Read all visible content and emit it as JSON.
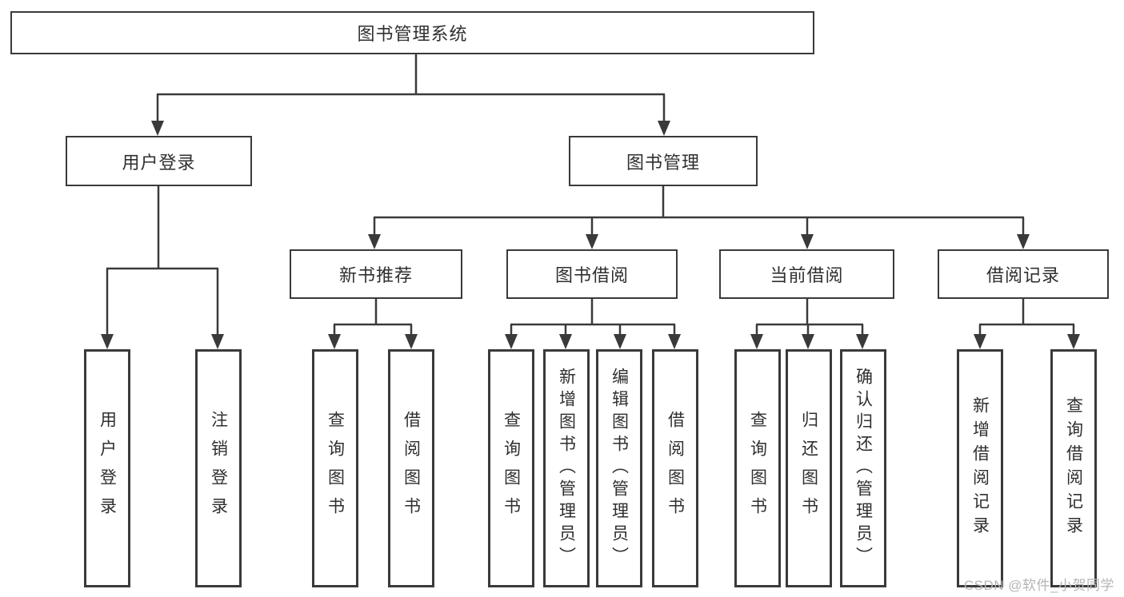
{
  "diagram": {
    "title": "图书管理系统",
    "root": {
      "label": "图书管理系统"
    },
    "level2": [
      {
        "label": "用户登录"
      },
      {
        "label": "图书管理"
      }
    ],
    "level3": [
      {
        "label": "新书推荐",
        "parent": "图书管理"
      },
      {
        "label": "图书借阅",
        "parent": "图书管理"
      },
      {
        "label": "当前借阅",
        "parent": "图书管理"
      },
      {
        "label": "借阅记录",
        "parent": "图书管理"
      }
    ],
    "leaves": [
      {
        "label": "用户登录",
        "parent": "用户登录"
      },
      {
        "label": "注销登录",
        "parent": "用户登录"
      },
      {
        "label": "查询图书",
        "parent": "新书推荐"
      },
      {
        "label": "借阅图书",
        "parent": "新书推荐"
      },
      {
        "label": "查询图书",
        "parent": "图书借阅"
      },
      {
        "label": "新增图书（管理员）",
        "parent": "图书借阅"
      },
      {
        "label": "编辑图书（管理员）",
        "parent": "图书借阅"
      },
      {
        "label": "借阅图书",
        "parent": "图书借阅"
      },
      {
        "label": "查询图书",
        "parent": "当前借阅"
      },
      {
        "label": "归还图书",
        "parent": "当前借阅"
      },
      {
        "label": "确认归还（管理员）",
        "parent": "当前借阅"
      },
      {
        "label": "新增借阅记录",
        "parent": "借阅记录"
      },
      {
        "label": "查询借阅记录",
        "parent": "借阅记录"
      }
    ],
    "colors": {
      "line": "#3a3a3a",
      "text": "#2f2f2f",
      "box_background": "#ffffff",
      "watermark_text": "#b5b5b5",
      "background": "#ffffff"
    }
  },
  "watermark": {
    "text": "CSDN @软件_小贺同学"
  }
}
